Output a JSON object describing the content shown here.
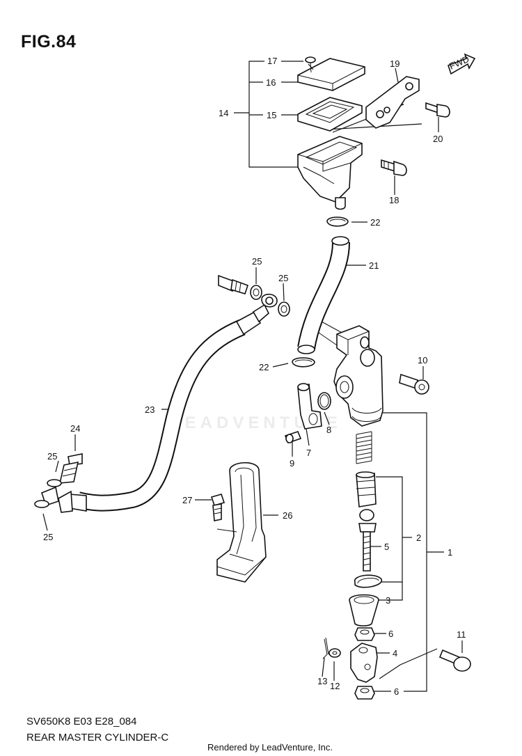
{
  "figure_title": "FIG.84",
  "model_code": "SV650K8 E03 E28_084",
  "description": "REAR MASTER CYLINDER-C",
  "rendered_by": "Rendered by LeadVenture, Inc.",
  "watermark": "LEADVENTURE",
  "fwd_label": "FWD",
  "callouts": {
    "c1": "1",
    "c2": "2",
    "c3": "3",
    "c4": "4",
    "c5": "5",
    "c6a": "6",
    "c6b": "6",
    "c7": "7",
    "c8": "8",
    "c9": "9",
    "c10": "10",
    "c11": "11",
    "c12": "12",
    "c13": "13",
    "c14": "14",
    "c15": "15",
    "c16": "16",
    "c17": "17",
    "c18": "18",
    "c19": "19",
    "c20": "20",
    "c21": "21",
    "c22a": "22",
    "c22b": "22",
    "c23": "23",
    "c24": "24",
    "c25a": "25",
    "c25b": "25",
    "c25c": "25",
    "c25d": "25",
    "c26": "26",
    "c27": "27"
  }
}
